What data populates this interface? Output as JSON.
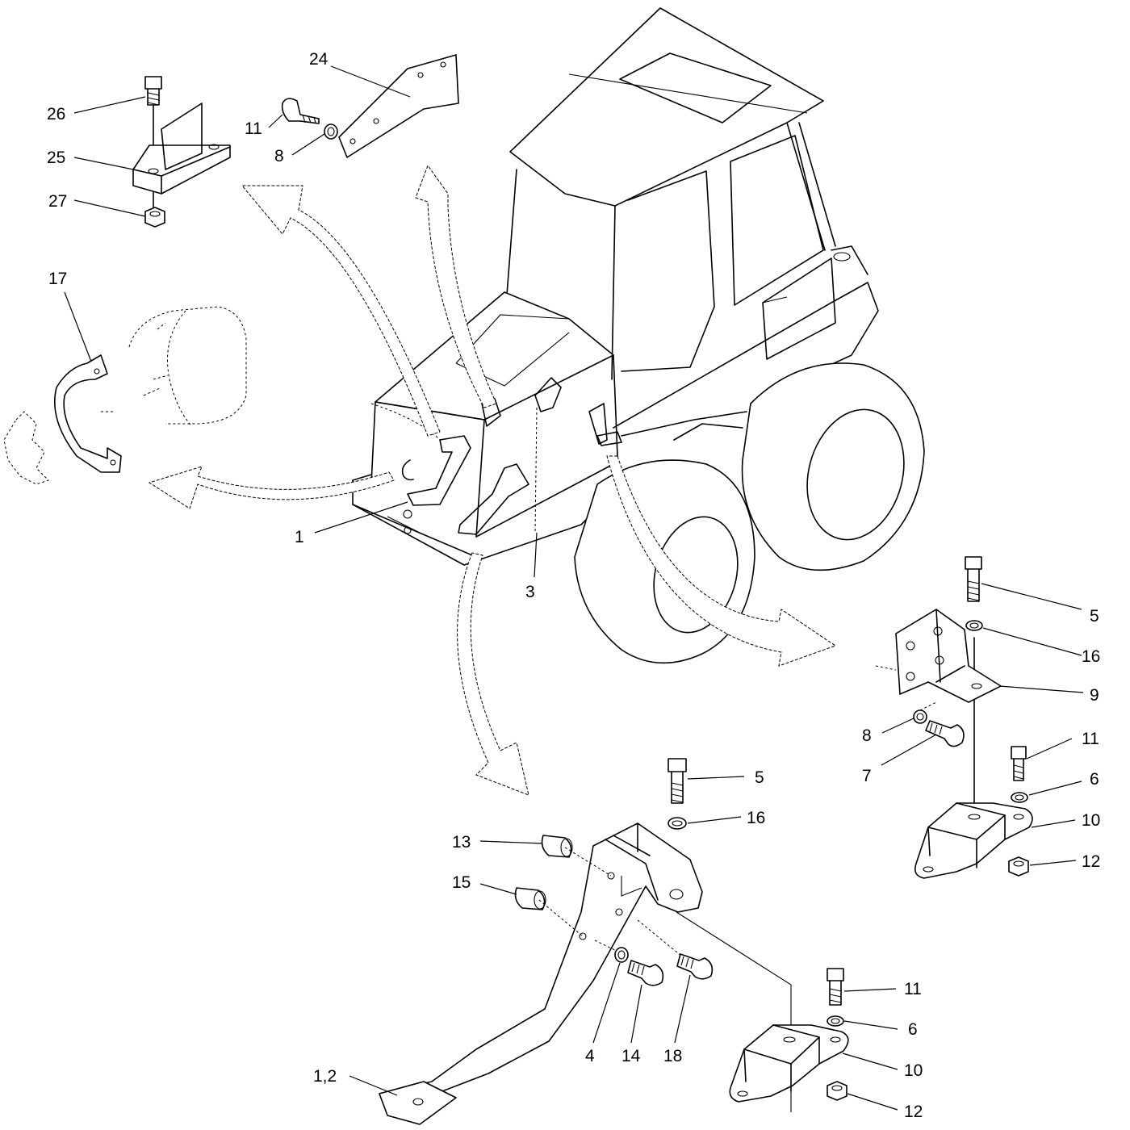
{
  "callouts": {
    "c26": "26",
    "c25": "25",
    "c27": "27",
    "c24": "24",
    "c11a": "11",
    "c8a": "8",
    "c17": "17",
    "c1": "1",
    "c3": "3",
    "c5a": "5",
    "c16a": "16",
    "c9": "9",
    "c8b": "8",
    "c7": "7",
    "c11b": "11",
    "c6a": "6",
    "c10a": "10",
    "c12a": "12",
    "c5b": "5",
    "c16b": "16",
    "c13": "13",
    "c15": "15",
    "c4": "4",
    "c14": "14",
    "c18": "18",
    "c11c": "11",
    "c6b": "6",
    "c10b": "10",
    "c12b": "12",
    "c12": "1,2"
  },
  "colors": {
    "line": "#000000",
    "background": "#ffffff"
  }
}
